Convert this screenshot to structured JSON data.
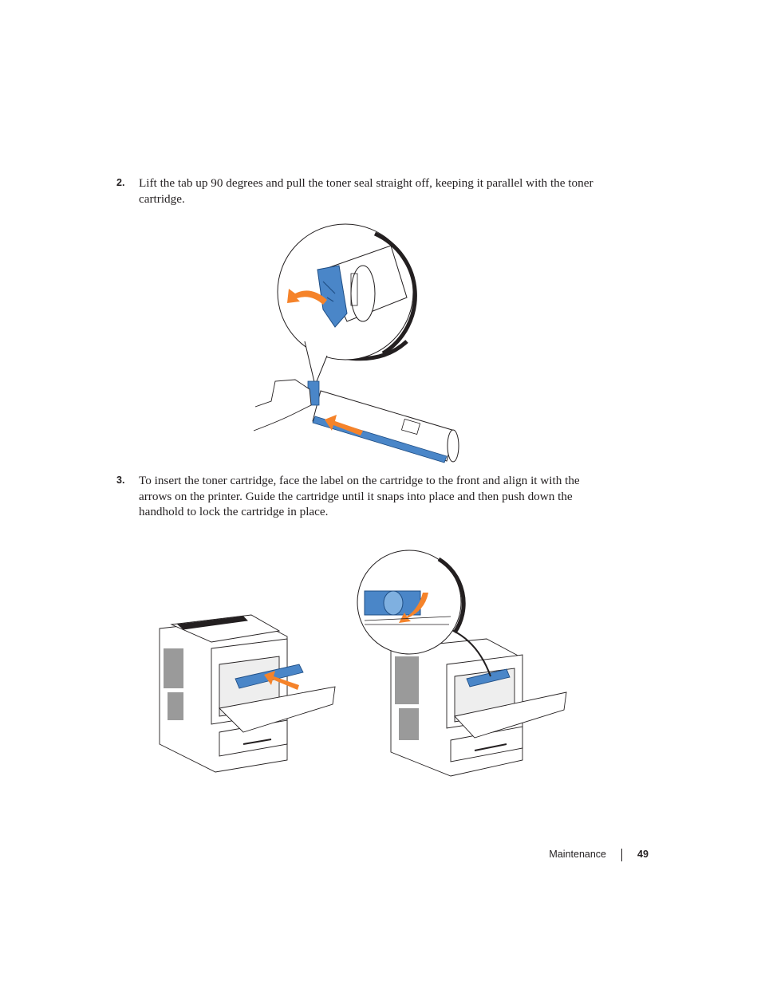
{
  "steps": [
    {
      "number": "2.",
      "text": "Lift the tab up 90 degrees and pull the toner seal straight off, keeping it parallel with the toner cartridge."
    },
    {
      "number": "3.",
      "text": "To insert the toner cartridge, face the label on the cartridge to the front and align it with the arrows on the printer. Guide the cartridge until it snaps into place and then push down the handhold to lock the cartridge in place."
    }
  ],
  "figures": {
    "toner_seal": {
      "icon": "toner-seal-removal-illustration"
    },
    "insert_cartridge": {
      "icon": "printer-cartridge-insert-illustration"
    }
  },
  "colors": {
    "accent_blue": "#4a86c8",
    "arrow_orange": "#f5832a",
    "line": "#231f20"
  },
  "footer": {
    "section": "Maintenance",
    "page": "49"
  }
}
